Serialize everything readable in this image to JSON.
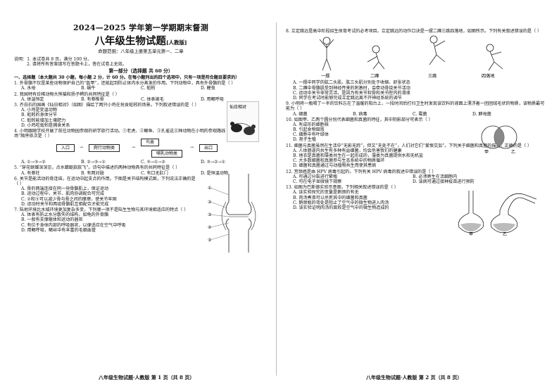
{
  "header": {
    "exam_title": "2024—2025 学年第一学期期末督测",
    "subject_title": "八年级生物试题",
    "edition": "[人教版]",
    "scope": "命题范围：八年级上册第五单元第一、二章"
  },
  "instructions": [
    "说明：1. 本试卷共 8 页，满分 100 分。",
    "2. 请将所有答案填写在答题卡上，答在试卷上无效。"
  ],
  "part1": {
    "heading": "第一部分（选择题 共 60 分）",
    "sub": "一、选择题（本大题共 30 小题，每小题 2 分，计 60 分。在每小题列出的四个选项中，只有一项是符合题目要求的）"
  },
  "q1": {
    "stem": "1. 外骨骼不仅是某些动物保护自己的“盔甲”，还能起到防止体内水分蒸发的作用。下列动物中，具有外骨骼的是（    ）",
    "options": [
      "A. 水母",
      "B. 蜗牛",
      "C. 蚯蚓",
      "D. 蝗虫"
    ]
  },
  "q2": {
    "stem": "2. 我国特有珍稀动物大熊猫和扬子鳄的共同特征是（    ）",
    "options": [
      "A. 体温恒定",
      "B. 有脊椎骨",
      "C. 体表被毛",
      "D. 用鳃呼吸"
    ]
  },
  "q3": {
    "stem": "3. 齐白石的国画《仙日相对》（如图）描绘了两只小鸡在抢食蚯蚓的场景。下列叙述错误的是（    ）",
    "options": [
      "A. 小鸡是变温动物",
      "B. 蚯蚓的身体分节",
      "C. 蚯蚓能增加土壤肥力",
      "D. 小鸡吃蚯蚓是捕食关系"
    ],
    "painting_caption": "仙日相对"
  },
  "q4": {
    "stem": "4. 小明跟随学校开展了前往动物园参观的研学旅行活动。①老虎、②鲫鱼、③孔雀这三种动物在小明的参观路线（如图）中的“出场”顺序依次是（    ）",
    "flow": [
      "入口",
      "爬行动物类",
      "鸟类",
      "哺乳动物类",
      "出口"
    ],
    "options": [
      "A. ①→③→②",
      "B. ②→③→①",
      "C. ③→①→②",
      "D. ③→②→①"
    ]
  },
  "q5": {
    "stem": "5. “穿花蛱蝶深深见，点水蜻蜓款款飞”。诗句中描述的两种动物具有的共同特征是（    ）",
    "options": [
      "A. 有脊柱",
      "B. 有两对翅",
      "C. 有口无肛门",
      "D. 是恒温动物"
    ]
  },
  "q6": {
    "stem": "6. 关节是能活动的骨连结，在运动中起支点的作用。下图是关节结构模式图，下列说法正确的是（    ）",
    "options": [
      "A. 骨的两端连接在同一块骨骼肌上，保证运动",
      "B. 运动过程中，关节、肌肉协调配合可完成",
      "C. ②和⑤可以减少骨与骨之间的摩擦，使关节牢固",
      "D. 运动时关节和两组骨骼肌互相配合才能完成"
    ],
    "labels": [
      "①",
      "②",
      "③",
      "④",
      "⑤"
    ]
  },
  "q7": {
    "stem": "7. 陆地环境比水域环境更加复杂多变，下列哪一项不是陆生生物与其环境相适应的特点（    ）",
    "options": [
      "A. 体表有防止水分散失的结构，如龟的外骨骼",
      "B. 一般有支撑躯体和运动的器官",
      "C. 有位于身体内部的呼吸器官，以便适应在空气中呼吸",
      "D. 用鳃呼吸，鳃丝中有丰富的毛细血管"
    ]
  },
  "q8": {
    "stem": "8. 立定跳远是高中阶段招生体育考试的必考项目。立定跳远的动作口诀是一摆二蹲三跳四落地，如图所示。下列有关叙述错误的是（    ）",
    "figure_labels": [
      "一摆",
      "二蹲",
      "三跳",
      "四落地"
    ],
    "options": [
      "A. 一摆中同学的肱二头肌、肱三头肌分别处于收缩、舒张状态",
      "B. 二蹲中骨骼肌受到神经传来的刺激时，会牵动骨绕关节活动",
      "C. 运动中关节非常灵活，是因为有关节软骨和关节腔内的滑液",
      "D. 同学在考试时能够完成立定跳远离不开神经系统的调节"
    ]
  },
  "q9": {
    "stem": "9. 小明将一瓶喝了一半的饮料忘在了温暖的阳台上，一段时间后打扫卫生时发现该饮料的液面上漂浮着一团团绒毛状的物质，该物质最可能为（    ）",
    "options": [
      "A. 细菌",
      "B. 病毒",
      "C. 霉菌",
      "D. 酵母菌"
    ]
  },
  "q10": {
    "stem": "10. 如图甲、乙两个圆分别代表细菌和真菌的特征，其中阴影部分可表示（    ）",
    "options": [
      "A. 有成形的细胞核",
      "B. 引起食物腐败",
      "C. 细胞中有叶绿体",
      "D. 孢子生殖"
    ],
    "venn_labels": [
      "甲",
      "乙"
    ]
  },
  "q11": {
    "stem": "11. 细菌与真菌虽然在生活中“无影无踪”，但又“无处不在”，人们对它们“爱恨交加”。下列关于细菌和真菌的描述，正确的是（    ）",
    "options": [
      "A. 人体肠道内共生有多种有益细菌，均会危害我们的健康",
      "B. 地衣是真菌和藻类共生在一起形成的，藻类为真菌提供水和无机盐",
      "C. 大多数细菌和真菌参与生态系统中的物质循环",
      "D. 细菌和真菌通过与动植物共生而使其患病"
    ]
  },
  "q12": {
    "stem": "12. 宫颈癌是由 HPV 病毒引起的，下列有关 HPV 病毒的叙述中错误的是（    ）",
    "options": [
      "A. 可通过分裂进行繁殖",
      "B. 必须寄生在活细胞内",
      "C. 可在电子显微镜下观察",
      "D. 该病可通过接种疫苗进行预防"
    ]
  },
  "q13": {
    "stem": "13. 如图为巴斯德实验示意图，下列相关叙述错误的是（    ）",
    "options": [
      "A. 该实验探究的变量是鹅颈的有无",
      "B. 肉汤煮沸可以杀死其中的细菌和真菌",
      "C. 鹅颈瓶的弯处是阻止了空气中的微生物进入肉汤",
      "D. 该实验证明肉汤的腐败是空气中的微生物造成的"
    ],
    "flask_labels": [
      "甲",
      "乙"
    ]
  },
  "footer": {
    "left": "八年级生物试题·人教版  第 1 页（共 8 页）",
    "right": "八年级生物试题·人教版  第 2 页（共 8 页）"
  }
}
